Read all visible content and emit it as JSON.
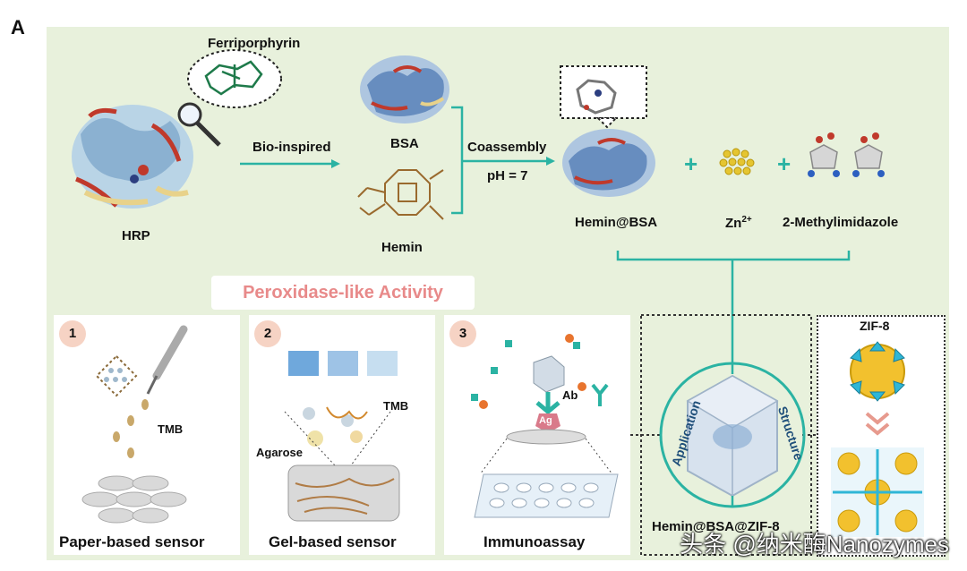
{
  "panel_letter": "A",
  "top": {
    "ferriporphyrin": "Ferriporphyrin",
    "hrp": "HRP",
    "bio_inspired": "Bio-inspired",
    "bsa": "BSA",
    "hemin": "Hemin",
    "coassembly": "Coassembly",
    "ph": "pH = 7",
    "hemin_bsa": "Hemin@BSA",
    "zn": "Zn",
    "zn_sup": "2+",
    "methylimidazole": "2-Methylimidazole",
    "plus": "+"
  },
  "activity_title": "Peroxidase-like Activity",
  "panels": [
    {
      "num": "1",
      "caption": "Paper-based sensor",
      "tmb": "TMB"
    },
    {
      "num": "2",
      "caption": "Gel-based sensor",
      "tmb": "TMB",
      "agarose": "Agarose"
    },
    {
      "num": "3",
      "caption": "Immunoassay",
      "ab": "Ab",
      "ag": "Ag"
    }
  ],
  "center": {
    "application": "Application",
    "structure": "Structure",
    "composite": "Hemin@BSA@ZIF-8"
  },
  "zif": {
    "label": "ZIF-8"
  },
  "watermark": "头条 @纳米酶Nanozymes",
  "colors": {
    "teal": "#2bb3a3",
    "bg": "#e8f1dc",
    "pill_text": "#e88a8a",
    "badge": "#f6d3c4"
  }
}
